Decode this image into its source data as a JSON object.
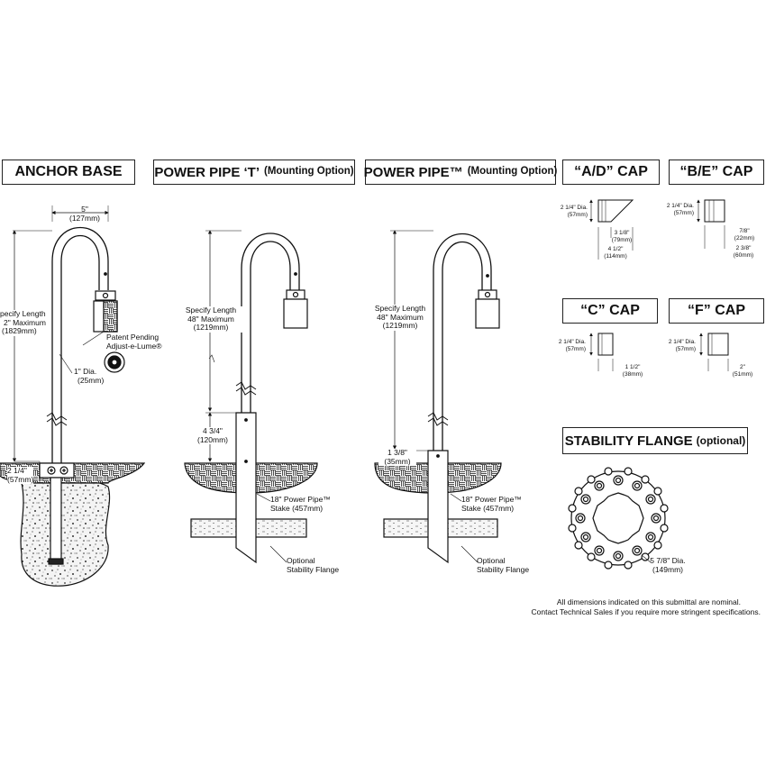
{
  "headers": {
    "anchor_base": "ANCHOR BASE",
    "power_pipe_t": "POWER PIPE ‘T’",
    "power_pipe_t_sub": "(Mounting Option)",
    "power_pipe": "POWER PIPE™",
    "power_pipe_sub": "(Mounting Option)",
    "ad_cap": "“A/D” CAP",
    "be_cap": "“B/E” CAP",
    "c_cap": "“C” CAP",
    "f_cap": "“F” CAP",
    "stability_flange": "STABILITY FLANGE",
    "stability_flange_sub": "(optional)"
  },
  "anchor_base": {
    "width_dim": "5\"",
    "width_dim_mm": "(127mm)",
    "specify_length": "pecify Length",
    "max_length": "2\" Maximum",
    "max_length_mm": "(1829mm)",
    "patent_line1": "Patent Pending",
    "patent_line2": "Adjust-e-Lume®",
    "dia": "1\" Dia.",
    "dia_mm": "(25mm)",
    "base_dim": "2 1/4\"",
    "base_dim_mm": "(57mm)"
  },
  "power_pipe_t": {
    "specify_length": "Specify Length",
    "max_length": "48\" Maximum",
    "max_length_mm": "(1219mm)",
    "stake_height": "4 3/4\"",
    "stake_height_mm": "(120mm)",
    "stake_label": "18\" Power Pipe™",
    "stake_label_2": "Stake (457mm)",
    "flange_label": "Optional",
    "flange_label_2": "Stability Flange"
  },
  "power_pipe": {
    "specify_length": "Specify Length",
    "max_length": "48\" Maximum",
    "max_length_mm": "(1219mm)",
    "stake_height": "1 3/8\"",
    "stake_height_mm": "(35mm)",
    "stake_label": "18\" Power Pipe™",
    "stake_label_2": "Stake  (457mm)",
    "flange_label": "Optional",
    "flange_label_2": "Stability Flange"
  },
  "ad_cap": {
    "dia": "2 1/4\" Dia.",
    "dia_mm": "(57mm)",
    "inner": "3 1/8\"",
    "inner_mm": "(79mm)",
    "outer": "4 1/2\"",
    "outer_mm": "(114mm)"
  },
  "be_cap": {
    "dia": "2 1/4\" Dia.",
    "dia_mm": "(57mm)",
    "inner": "7/8\"",
    "inner_mm": "(22mm)",
    "outer": "2 3/8\"",
    "outer_mm": "(60mm)"
  },
  "c_cap": {
    "dia": "2 1/4\" Dia.",
    "dia_mm": "(57mm)",
    "len": "1 1/2\"",
    "len_mm": "(38mm)"
  },
  "f_cap": {
    "dia": "2 1/4\" Dia.",
    "dia_mm": "(57mm)",
    "len": "2\"",
    "len_mm": "(51mm)"
  },
  "stability_flange": {
    "dia": "5 7/8\" Dia.",
    "dia_mm": "(149mm)"
  },
  "footnote": {
    "line1": "All dimensions indicated on this submittal are nominal.",
    "line2": "Contact Technical Sales if you require more stringent specifications."
  }
}
